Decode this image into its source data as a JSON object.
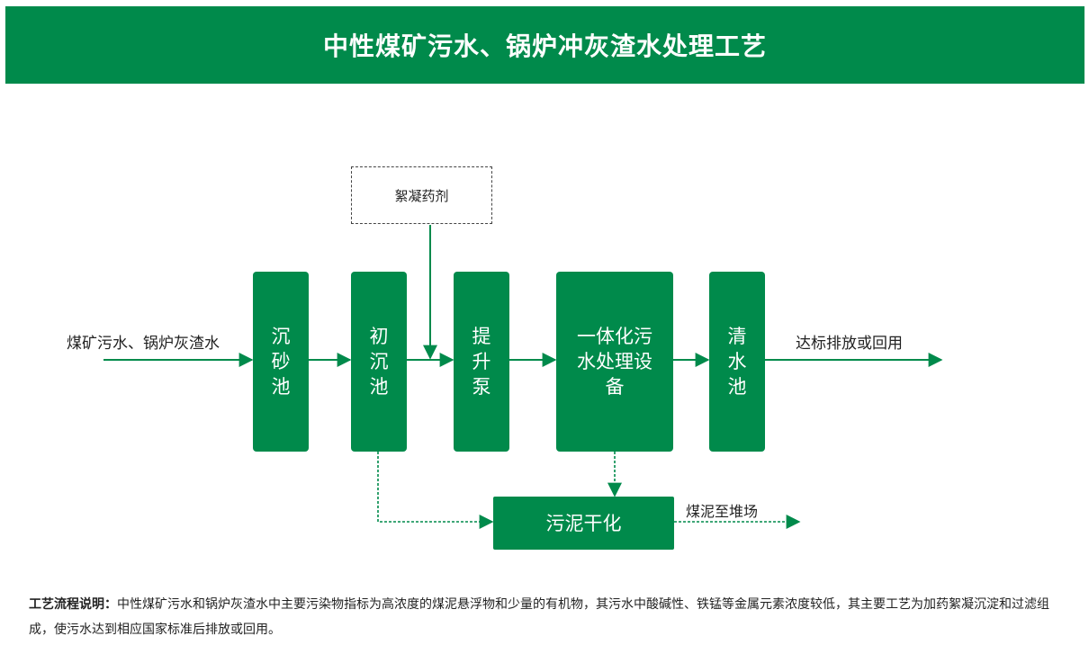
{
  "header": {
    "title": "中性煤矿污水、锅炉冲灰渣水处理工艺"
  },
  "colors": {
    "accent": "#008a4b",
    "text": "#222222"
  },
  "diagram": {
    "input_label": "煤矿污水、锅炉灰渣水",
    "chemical_box": "絮凝药剂",
    "steps": [
      {
        "label": "沉砂池"
      },
      {
        "label": "初沉池"
      },
      {
        "label": "提升泵"
      },
      {
        "label": "一体化污水处理设备"
      },
      {
        "label": "清水池"
      }
    ],
    "output_label": "达标排放或回用",
    "sludge_box": "污泥干化",
    "sludge_output_label": "煤泥至堆场"
  },
  "note": {
    "label": "工艺流程说明：",
    "text": "中性煤矿污水和锅炉灰渣水中主要污染物指标为高浓度的煤泥悬浮物和少量的有机物，其污水中酸碱性、铁锰等金属元素浓度较低，其主要工艺为加药絮凝沉淀和过滤组成，使污水达到相应国家标准后排放或回用。"
  }
}
